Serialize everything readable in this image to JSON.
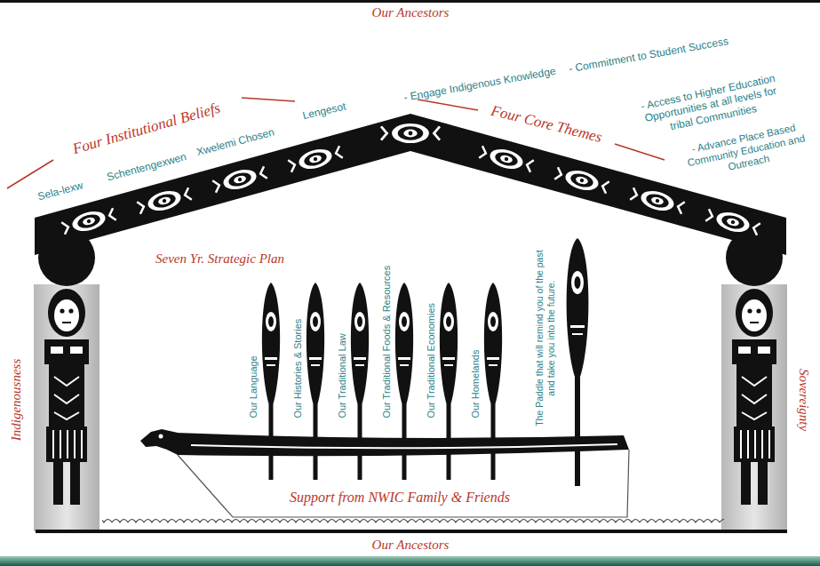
{
  "diagram": {
    "labels": [
      "Our Ancestors",
      "Four Institutional Beliefs",
      "Sela-lexw",
      "Schentengexwen",
      "Xwelemi Chosen",
      "Lengesot",
      "- Engage Indigenous Knowledge",
      "- Commitment to Student Success",
      "Four Core Themes",
      "- Access to Higher Education Opportunities at all levels for tribal Communities",
      "- Advance Place Based Community Education and Outreach",
      "Seven Yr. Strategic Plan",
      "Our Language",
      "Our Histories & Stories",
      "Our Traditional Law",
      "Our Traditional Foods & Resources",
      "Our Traditional Economies",
      "Our Homelands",
      "The Paddle that will remind you of the past and take you into the future.",
      "Indigenousness",
      "Sovereignty",
      "Support from NWIC Family & Friends",
      "Our Ancestors"
    ]
  }
}
